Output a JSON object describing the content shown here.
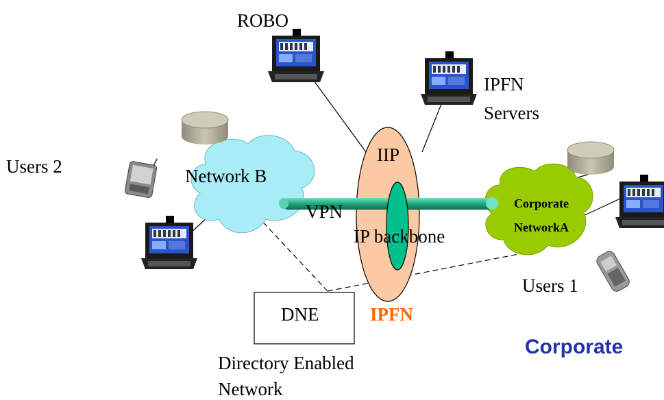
{
  "labels": {
    "robo": "ROBO",
    "ipfn_servers_line1": "IPFN",
    "ipfn_servers_line2": "Servers",
    "users2": "Users 2",
    "network_b": "Network B",
    "iip": "IIP",
    "vpn": "VPN",
    "ip_backbone": "IP backbone",
    "corporate_line1": "Corporate",
    "corporate_line2": "NetworkA",
    "users1": "Users 1",
    "dne": "DNE",
    "ipfn": "IPFN",
    "corporate_title": "Corporate",
    "directory_line1": "Directory Enabled",
    "directory_line2": "Network"
  },
  "colors": {
    "network_b_cloud": "#a8ecf6",
    "corporate_cloud": "#99cc00",
    "iip_ellipse": "#fbc9a3",
    "backbone_ellipse": "#00c08c",
    "vpn_tube": "#1fa67a",
    "ipfn_text": "#ff6600",
    "corporate_title": "#2233aa",
    "database": "#b5b39e"
  },
  "icons": [
    "laptop-icon",
    "database-icon",
    "pda-icon",
    "mobile-phone-icon",
    "cloud-icon"
  ]
}
